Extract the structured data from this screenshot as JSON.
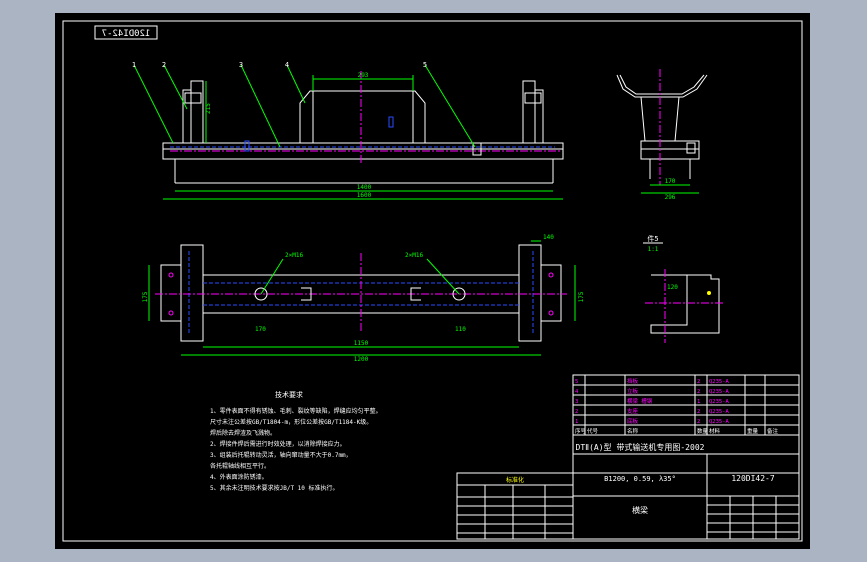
{
  "colors": {
    "viewport": "#aab4c2",
    "paper": "#000000",
    "outline": "#ffffff",
    "dimension": "#00ff00",
    "centerline": "#ff00ff",
    "hidden": "#0000ff",
    "yellow": "#ffff00",
    "cyan": "#00ffff",
    "table_text": "#ff00ff"
  },
  "stamp": {
    "code_mirrored": "120DI42-7"
  },
  "balloons": [
    "1",
    "2",
    "3",
    "4",
    "5"
  ],
  "dims": {
    "top_span": "293",
    "top_height": "215",
    "overall_length": "1400",
    "total_width": "1600",
    "side_width": "296",
    "side_inner": "170",
    "plan_height": "175",
    "plan_offset": "140",
    "plan_right": "175",
    "plan_length": "1150",
    "plan_total": "1200",
    "plan_left": "170",
    "plan_hole": "110",
    "bolt": "2×M16",
    "detail_scale": "1:1",
    "detail_w": "120"
  },
  "detail_label": "件5",
  "tech_title": "技术要求",
  "tech_lines": [
    "1、零件表面不得有锈蚀、毛刺、裂纹等缺陷，焊缝应均匀平整。",
    "   尺寸未注公差按GB/T1804-m，形位公差按GB/T1184-K级。",
    "   焊后除去焊渣及飞溅物。",
    "2、焊接件焊后需进行时效处理，以消除焊接应力。",
    "3、组装后托辊转动灵活，轴向窜动量不大于0.7mm，",
    "   各托辊轴线相互平行。",
    "4、外表面涂防锈漆。",
    "5、其余未注明技术要求按JB/T 10 标准执行。"
  ],
  "bom": {
    "rows": [
      {
        "no": "5",
        "code": "",
        "name": "挡板",
        "qty": "2",
        "mat": "Q235-A"
      },
      {
        "no": "4",
        "code": "",
        "name": "立板",
        "qty": "2",
        "mat": "Q235-A"
      },
      {
        "no": "3",
        "code": "",
        "name": "横梁 槽钢",
        "qty": "1",
        "mat": "Q235-A"
      },
      {
        "no": "2",
        "code": "",
        "name": "支座",
        "qty": "2",
        "mat": "Q235-A"
      },
      {
        "no": "1",
        "code": "",
        "name": "底板",
        "qty": "2",
        "mat": "Q235-A"
      }
    ],
    "header": [
      "序号",
      "代号",
      "名称",
      "数量",
      "材料",
      "重量",
      "备注"
    ]
  },
  "titleblock": {
    "product": "DTⅡ(A)型 带式输送机专用图-2002",
    "spec": "B1200, 0.59, λ35°",
    "drawing_no": "120DI42-7",
    "part_name": "横梁",
    "company_box": "标准化"
  }
}
